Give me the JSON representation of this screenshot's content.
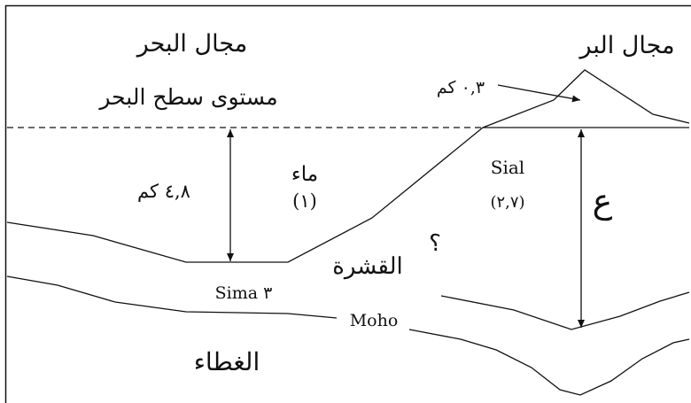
{
  "labels": {
    "sea_domain": "مجال البحر",
    "land_domain": "مجال البر",
    "sea_level": "مستوى سطح البحر",
    "mountain_height": "٠,٣ كم",
    "water_depth": "٤,٨ كم",
    "water": "ماء",
    "water_density": "(١)",
    "sial": "Sial",
    "sial_density": "(٢,٧)",
    "root_depth_symbol": "ع",
    "unknown": "؟",
    "crust": "القشرة",
    "sima": "Sima ٣",
    "moho": "Moho",
    "mantle": "الغطاء"
  }
}
